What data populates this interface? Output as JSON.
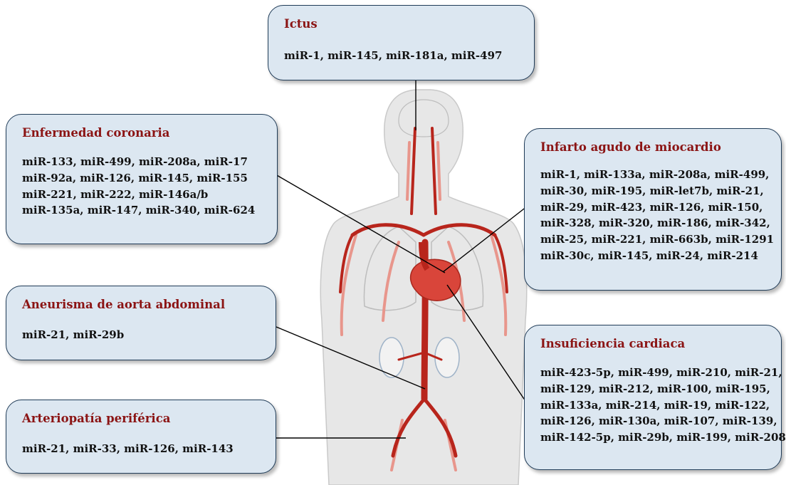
{
  "colors": {
    "box_fill": "#dce7f1",
    "box_border": "#1f3b57",
    "title": "#8b1414",
    "artery": "#b8251c",
    "artery_light": "#e8968c",
    "body_fill": "#e6e6e6"
  },
  "boxes": {
    "ictus": {
      "title": "Ictus",
      "lines": [
        "miR-1, miR-145, miR-181a, miR-497"
      ]
    },
    "coronaria": {
      "title": "Enfermedad coronaria",
      "lines": [
        "miR-133, miR-499, miR-208a, miR-17",
        "miR-92a, miR-126, miR-145, miR-155",
        "miR-221, miR-222, miR-146a/b",
        "miR-135a, miR-147, miR-340, miR-624"
      ]
    },
    "iam": {
      "title": "Infarto agudo de miocardio",
      "lines": [
        "miR-1, miR-133a, miR-208a, miR-499,",
        "miR-30, miR-195, miR-let7b, miR-21,",
        "miR-29, miR-423, miR-126, miR-150,",
        "miR-328, miR-320, miR-186, miR-342,",
        "miR-25, miR-221, miR-663b, miR-1291",
        "miR-30c, miR-145, miR-24, miR-214"
      ]
    },
    "aneurisma": {
      "title": "Aneurisma de aorta abdominal",
      "lines": [
        "miR-21, miR-29b"
      ]
    },
    "insuficiencia": {
      "title": "Insuficiencia cardiaca",
      "lines": [
        "miR-423-5p, miR-499, miR-210, miR-21,",
        "miR-129, miR-212, miR-100, miR-195,",
        "miR-133a, miR-214, miR-19, miR-122,",
        "miR-126, miR-130a, miR-107, miR-139,",
        "miR-142-5p, miR-29b, miR-199, miR-208"
      ]
    },
    "arteriopatia": {
      "title": "Arteriopatía periférica",
      "lines": [
        "miR-21, miR-33, miR-126, miR-143"
      ]
    }
  }
}
